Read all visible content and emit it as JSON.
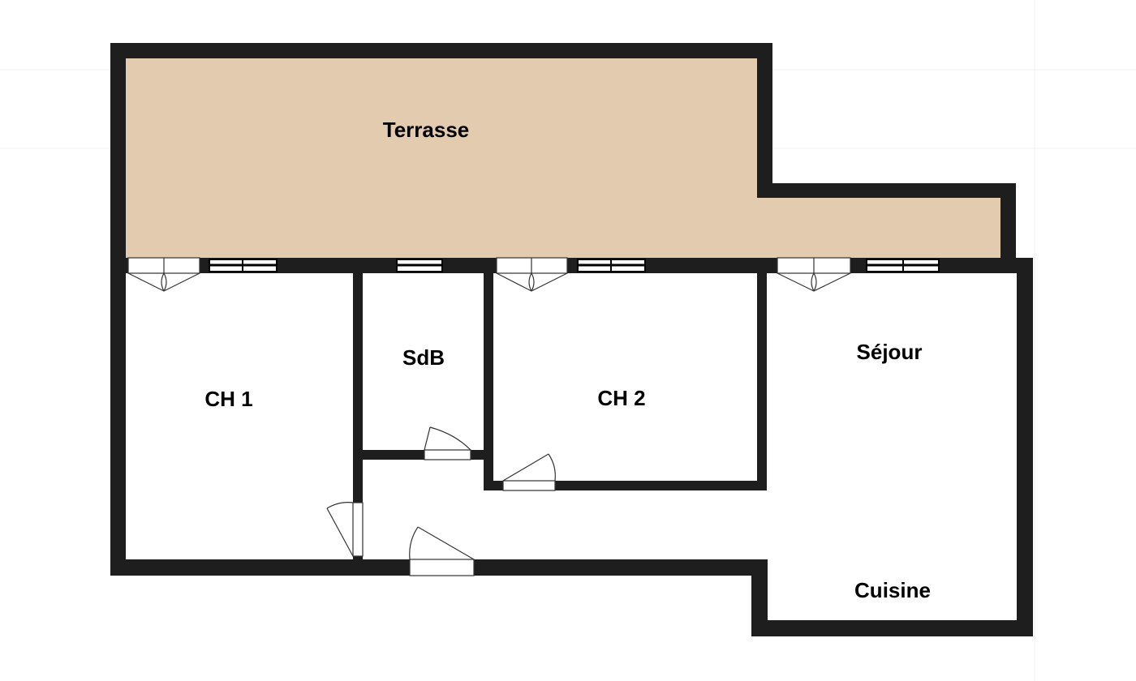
{
  "colors": {
    "wall": "#1e1e1e",
    "terrace_fill": "#e3cbb0",
    "background": "#ffffff",
    "door_line": "#333333"
  },
  "rooms": {
    "terrasse": "Terrasse",
    "sdb": "SdB",
    "ch1": "CH 1",
    "ch2": "CH 2",
    "sejour": "Séjour",
    "cuisine": "Cuisine"
  }
}
